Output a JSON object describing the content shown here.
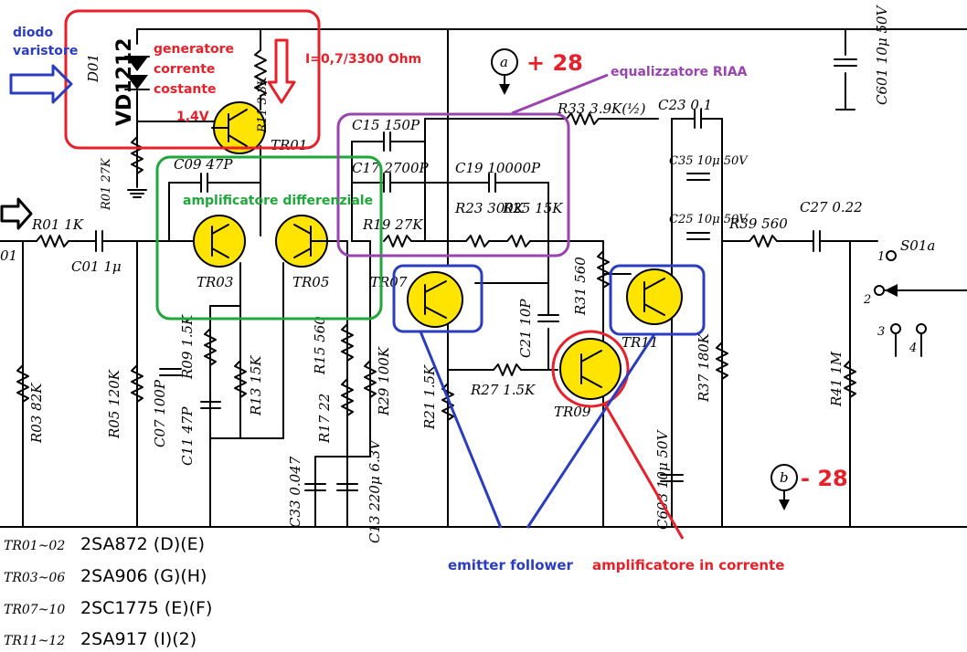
{
  "annotations": {
    "diodo_varistore": [
      "diodo",
      "varistore"
    ],
    "generatore": [
      "generatore",
      "corrente",
      "costante"
    ],
    "v14": "1,4V",
    "current": "I=0,7/3300 Ohm",
    "plus28": "+ 28",
    "minus28": "- 28",
    "equalizzatore": "equalizzatore RIAA",
    "differenziale": "amplificatore differenziale",
    "emitter_follower": "emitter follower",
    "amp_corrente": "amplificatore in corrente",
    "colors": {
      "red": "#e8202a",
      "blue": "#2a3dc0",
      "green": "#1ea83a",
      "purple": "#9a44b0",
      "yellow": "#ffe400"
    }
  },
  "components": {
    "d01": "D01",
    "vd1212": "VD1212",
    "r11": "R11 3.3K",
    "tr01": "TR01",
    "r01b": "R01 27K",
    "c09": "C09 47P",
    "tr03": "TR03",
    "tr05": "TR05",
    "r01": "R01 1K",
    "c01": "C01 1μ",
    "r03": "R03 82K",
    "r05": "R05 120K",
    "c07": "C07 100P",
    "r09": "R09 1.5K",
    "c11": "C11 47P",
    "r13": "R13 15K",
    "r15": "R15 560",
    "r17": "R17 22",
    "r29": "R29 100K",
    "c33": "C33 0.047",
    "c13": "C13 220μ 6.3V",
    "c15": "C15 150P",
    "c17": "C17 2700P",
    "c19": "C19 10000P",
    "r19": "R19 27K",
    "r23": "R23 300K",
    "r25": "R25 15K",
    "tr07": "TR07",
    "r21": "R21 1.5K",
    "c21": "C21 10P",
    "r27": "R27 1.5K",
    "tr09": "TR09",
    "r31": "R31 560",
    "tr11": "TR11",
    "r33": "R33 3.9K(½)",
    "c23": "C23 0.1",
    "c35": "C35 10μ 50V",
    "c25": "C25 10μ 50V",
    "r37": "R37 180K",
    "r39": "R39 560",
    "c27": "C27 0.22",
    "c601": "C601 10μ 50V",
    "c603": "C603 10μ 50V",
    "r41": "R41 1M",
    "s01a": "S01a",
    "meter_a": "a",
    "meter_b": "b",
    "sw1": "1",
    "sw2": "2",
    "sw3": "3",
    "sw4": "4",
    "left_cut": "01"
  },
  "parts_list": [
    {
      "ref": "TR01~02",
      "part": "2SA872 (D)(E)"
    },
    {
      "ref": "TR03~06",
      "part": "2SA906 (G)(H)"
    },
    {
      "ref": "TR07~10",
      "part": "2SC1775 (E)(F)"
    },
    {
      "ref": "TR11~12",
      "part": "2SA917 (I)(2)"
    }
  ]
}
